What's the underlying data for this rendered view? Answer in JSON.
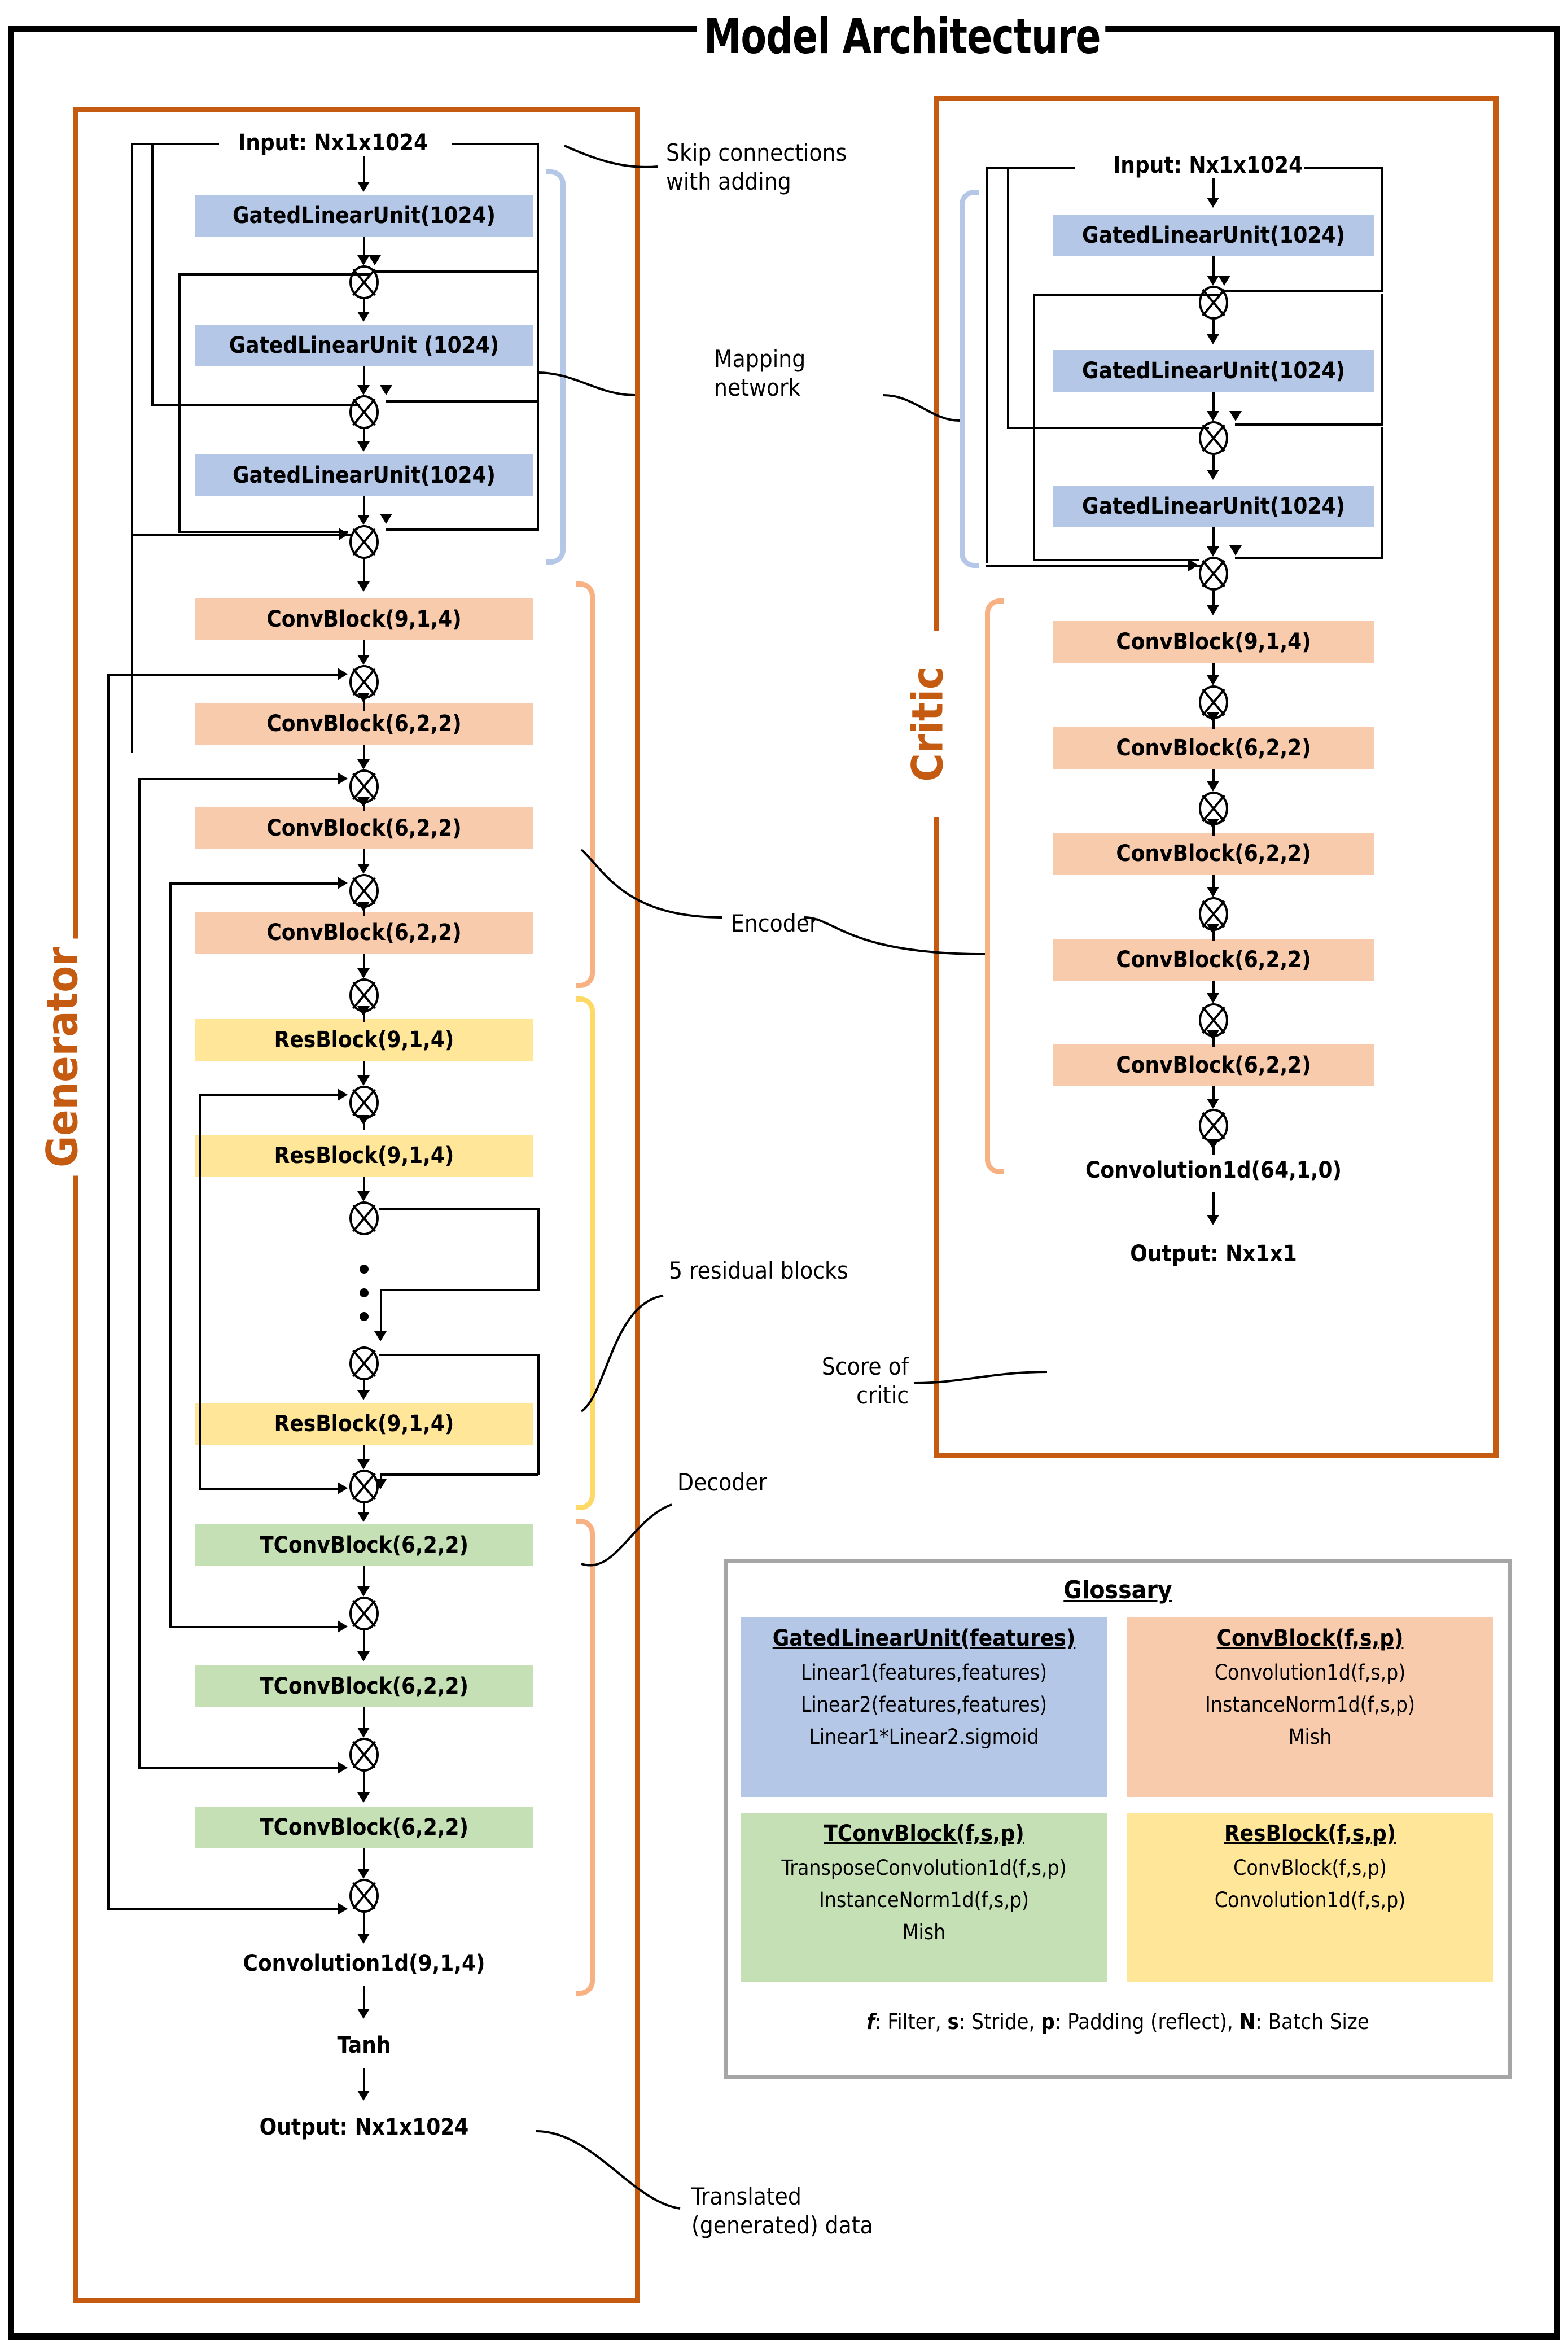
{
  "title": "Model Architecture",
  "sections": {
    "generator": {
      "name": "Generator"
    },
    "critic": {
      "name": "Critic"
    }
  },
  "generator": {
    "input": "Input: Nx1x1024",
    "mapping": [
      "GatedLinearUnit(1024)",
      "GatedLinearUnit (1024)",
      "GatedLinearUnit(1024)"
    ],
    "encoder": [
      "ConvBlock(9,1,4)",
      "ConvBlock(6,2,2)",
      "ConvBlock(6,2,2)",
      "ConvBlock(6,2,2)"
    ],
    "residual": [
      "ResBlock(9,1,4)",
      "ResBlock(9,1,4)",
      "ResBlock(9,1,4)"
    ],
    "decoder": [
      "TConvBlock(6,2,2)",
      "TConvBlock(6,2,2)",
      "TConvBlock(6,2,2)"
    ],
    "final_conv": "Convolution1d(9,1,4)",
    "activation": "Tanh",
    "output": "Output: Nx1x1024"
  },
  "critic": {
    "input": "Input: Nx1x1024",
    "mapping": [
      "GatedLinearUnit(1024)",
      "GatedLinearUnit(1024)",
      "GatedLinearUnit(1024)"
    ],
    "encoder": [
      "ConvBlock(9,1,4)",
      "ConvBlock(6,2,2)",
      "ConvBlock(6,2,2)",
      "ConvBlock(6,2,2)",
      "ConvBlock(6,2,2)"
    ],
    "final_conv": "Convolution1d(64,1,0)",
    "output": "Output: Nx1x1"
  },
  "annotations": {
    "skip": "Skip connections\nwith adding",
    "mapping_network": "Mapping\nnetwork",
    "encoder": "Encoder",
    "residual": "5 residual blocks",
    "decoder": "Decoder",
    "score": "Score of\ncritic",
    "translated": "Translated\n(generated) data"
  },
  "glossary": {
    "title": "Glossary",
    "cells": [
      {
        "header": "GatedLinearUnit(features)",
        "lines": [
          "Linear1(features,features)",
          "Linear2(features,features)",
          "Linear1*Linear2.sigmoid"
        ]
      },
      {
        "header": "ConvBlock(f,s,p)",
        "lines": [
          "Convolution1d(f,s,p)",
          "InstanceNorm1d(f,s,p)",
          "Mish"
        ]
      },
      {
        "header": "TConvBlock(f,s,p)",
        "lines": [
          "TransposeConvolution1d(f,s,p)",
          "InstanceNorm1d(f,s,p)",
          "Mish"
        ]
      },
      {
        "header": "ResBlock(f,s,p)",
        "lines": [
          "ConvBlock(f,s,p)",
          "Convolution1d(f,s,p)"
        ]
      }
    ],
    "footnote_parts": [
      {
        "t": "f",
        "style": "bolditalic"
      },
      {
        "t": ": Filter, ",
        "style": ""
      },
      {
        "t": "s",
        "style": "bold"
      },
      {
        "t": ": Stride, ",
        "style": ""
      },
      {
        "t": "p",
        "style": "bold"
      },
      {
        "t": ": Padding (reflect), ",
        "style": ""
      },
      {
        "t": "N",
        "style": "bold"
      },
      {
        "t": ": Batch Size",
        "style": ""
      }
    ]
  },
  "colors": {
    "frame": "#000000",
    "section_border": "#c55a11",
    "glu": "#b4c7e7",
    "conv": "#f8cbad",
    "res": "#ffe699",
    "tconv": "#c5e0b4",
    "glossary_border": "#a6a6a6"
  }
}
